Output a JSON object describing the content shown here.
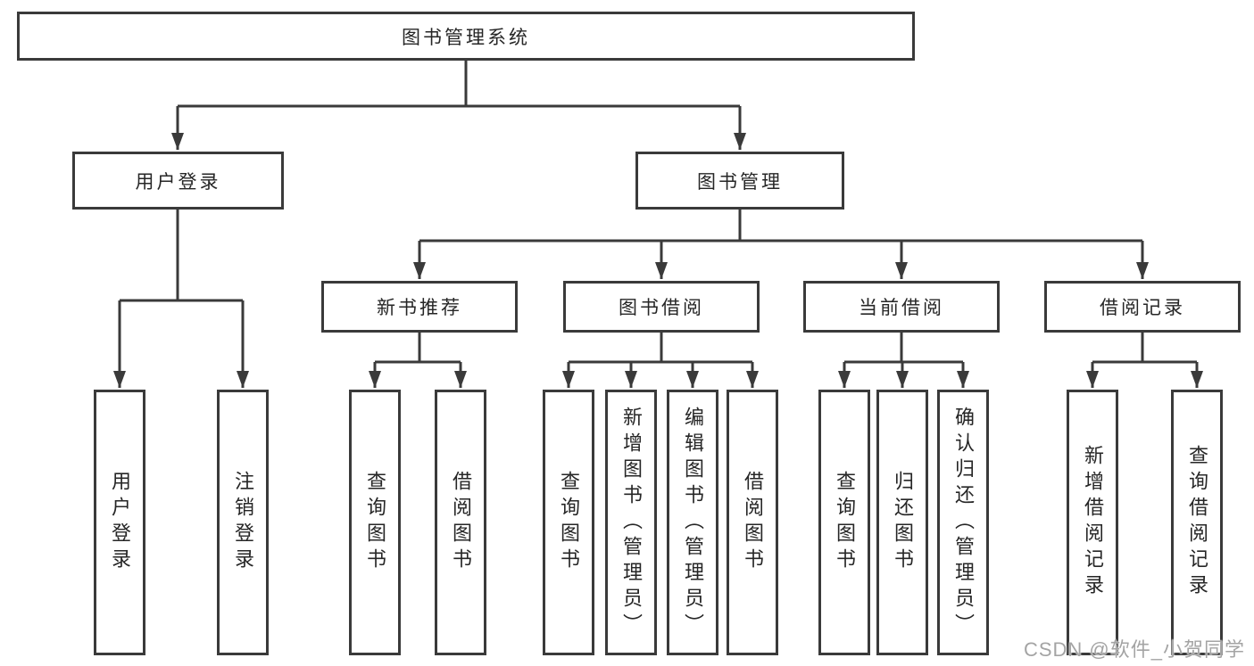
{
  "diagram": {
    "root": {
      "label": "图书管理系统"
    },
    "branches": {
      "user": {
        "label": "用户登录",
        "leaves": [
          "用户登录",
          "注销登录"
        ]
      },
      "books": {
        "label": "图书管理",
        "groups": [
          {
            "label": "新书推荐",
            "leaves": [
              "查询图书",
              "借阅图书"
            ]
          },
          {
            "label": "图书借阅",
            "leaves": [
              "查询图书",
              "新增图书（管理员）",
              "编辑图书（管理员）",
              "借阅图书"
            ]
          },
          {
            "label": "当前借阅",
            "leaves": [
              "查询图书",
              "归还图书",
              "确认归还（管理员）"
            ]
          },
          {
            "label": "借阅记录",
            "leaves": [
              "新增借阅记录",
              "查询借阅记录"
            ]
          }
        ]
      }
    },
    "line_color": "#3a3a3a",
    "text_color": "#262626",
    "background_color": "#ffffff"
  },
  "watermark": {
    "text": "CSDN @软件_小贺同学",
    "color": "#a4a4a4"
  }
}
